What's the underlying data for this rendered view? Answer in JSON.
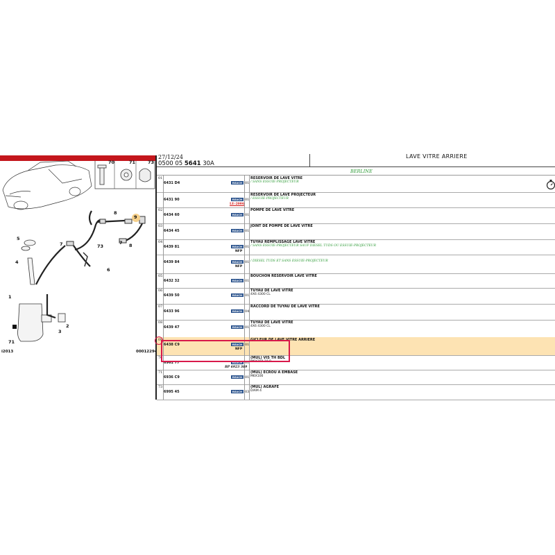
{
  "header": {
    "date": "27/12/24",
    "ref_prefix": "0500 05",
    "ref_bold": "5641",
    "ref_suffix": "30A",
    "section_title": "LAVE VITRE ARRIERE",
    "variant": "BERLINE"
  },
  "diagram": {
    "callouts": [
      "70",
      "71",
      "73",
      "9",
      "8",
      "5",
      "7",
      "73",
      "4",
      "6",
      "7",
      "8",
      "1",
      "2",
      "3",
      "71"
    ],
    "footer_left": "i2013",
    "footer_right": "00012294"
  },
  "rows": [
    {
      "num": "01",
      "ref": "6431 D4",
      "badge": "REACH",
      "qty": "01",
      "desc": "RESERVOIR DE LAVE VITRE",
      "green": "/ SANS ESSUIE-PROJECTEUR"
    },
    {
      "num": "",
      "ref": "6431 90",
      "badge": "REACH",
      "qty": "01",
      "desc": "RESERVOIR DE LAVE PROJECTEUR",
      "green": "/ ESSUIE-PROJECTEUR",
      "red": "LE-2006"
    },
    {
      "num": "02",
      "ref": "6434 60",
      "badge": "REACH",
      "qty": "01",
      "desc": "POMPE DE LAVE VITRE"
    },
    {
      "num": "03",
      "ref": "6434 45",
      "badge": "REACH",
      "qty": "01",
      "desc": "JOINT DE POMPE DE LAVE VITRE"
    },
    {
      "num": "04",
      "ref": "6439 81",
      "badge": "REACH",
      "qty": "01",
      "nfp": "NFP",
      "desc": "TUYAU REMPLISSAGE LAVE VITRE",
      "green": "/ SANS ESSUIE-PROJECTEUR SAUF DIESEL TUDS OU ESSUIE-PROJECTEUR"
    },
    {
      "num": "",
      "ref": "6439 84",
      "badge": "REACH",
      "qty": "01",
      "nfp": "NFP",
      "green": "/ DIESEL TUDS ET SANS ESSUIE-PROJECTEUR"
    },
    {
      "num": "05",
      "ref": "6432 32",
      "badge": "REACH",
      "qty": "01",
      "desc": "BOUCHON RESERVOIR LAVE VITRE"
    },
    {
      "num": "06",
      "ref": "6439 50",
      "badge": "REACH",
      "qty": "01",
      "desc": "TUYAU DE LAVE VITRE",
      "sub": "4X6 4300 CL"
    },
    {
      "num": "07",
      "ref": "6433 96",
      "badge": "REACH",
      "qty": "04",
      "desc": "RACCORD DE TUYAU DE LAVE VITRE"
    },
    {
      "num": "08",
      "ref": "6439 47",
      "badge": "REACH",
      "qty": "01",
      "desc": "TUYAU DE LAVE VITRE",
      "sub": "4X6 4300 CL"
    },
    {
      "num": "09",
      "ref": "6438 C9",
      "badge": "REACH",
      "qty": "01",
      "nfp": "NFP",
      "desc": "GICLEUR DE LAVE VITRE ARRIERE"
    },
    {
      "num": "70",
      "ref": "6961 77",
      "badge": "REACH",
      "qty": "01",
      "bp": "BP 6923 369",
      "desc": "(MUL) VIS TH BDL",
      "sub": "M6X150 10.9"
    },
    {
      "num": "71",
      "ref": "6936 C9",
      "badge": "REACH",
      "qty": "01",
      "desc": "(MUL) ECROU A EMBASE",
      "sub": "M6X100"
    },
    {
      "num": "73",
      "ref": "6995 45",
      "badge": "REACH",
      "qty": "03",
      "desc": "(MUL) AGRAFE",
      "sub": "DIAM 4"
    }
  ]
}
